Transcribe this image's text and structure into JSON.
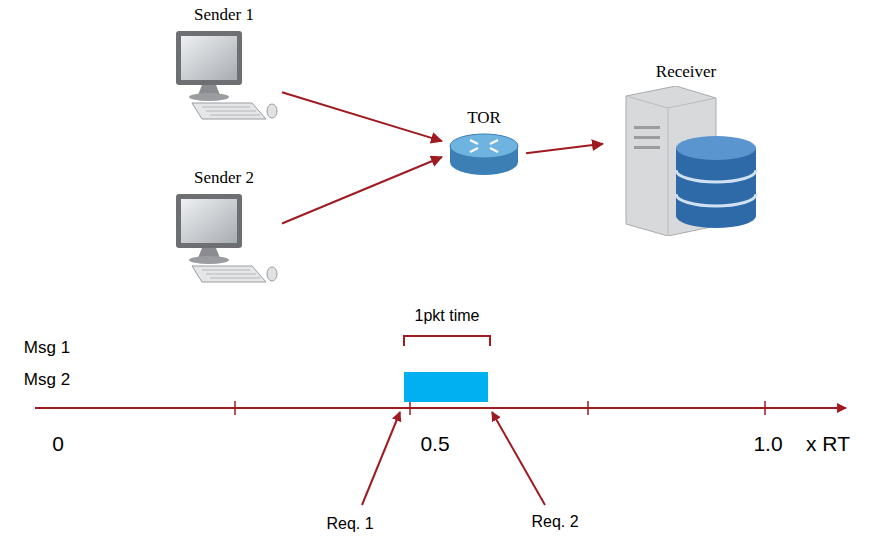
{
  "diagram": {
    "nodes": [
      {
        "text": [
          "Sender 1"
        ]
      },
      {
        "text": [
          "Sender 2"
        ]
      },
      {
        "text": [
          "TOR"
        ]
      },
      {
        "text": [
          "Receiver"
        ]
      }
    ],
    "edges": [
      {
        "from": 0,
        "to": 2,
        "arrow": "to"
      },
      {
        "from": 1,
        "to": 2,
        "arrow": "to"
      },
      {
        "from": 2,
        "to": 3,
        "arrow": "to"
      }
    ],
    "labels": [
      "Msg 1",
      "Msg 2",
      "1pkt time",
      "0",
      "0.5",
      "1.0",
      "x RT",
      "Req. 1",
      "Req. 2"
    ]
  }
}
